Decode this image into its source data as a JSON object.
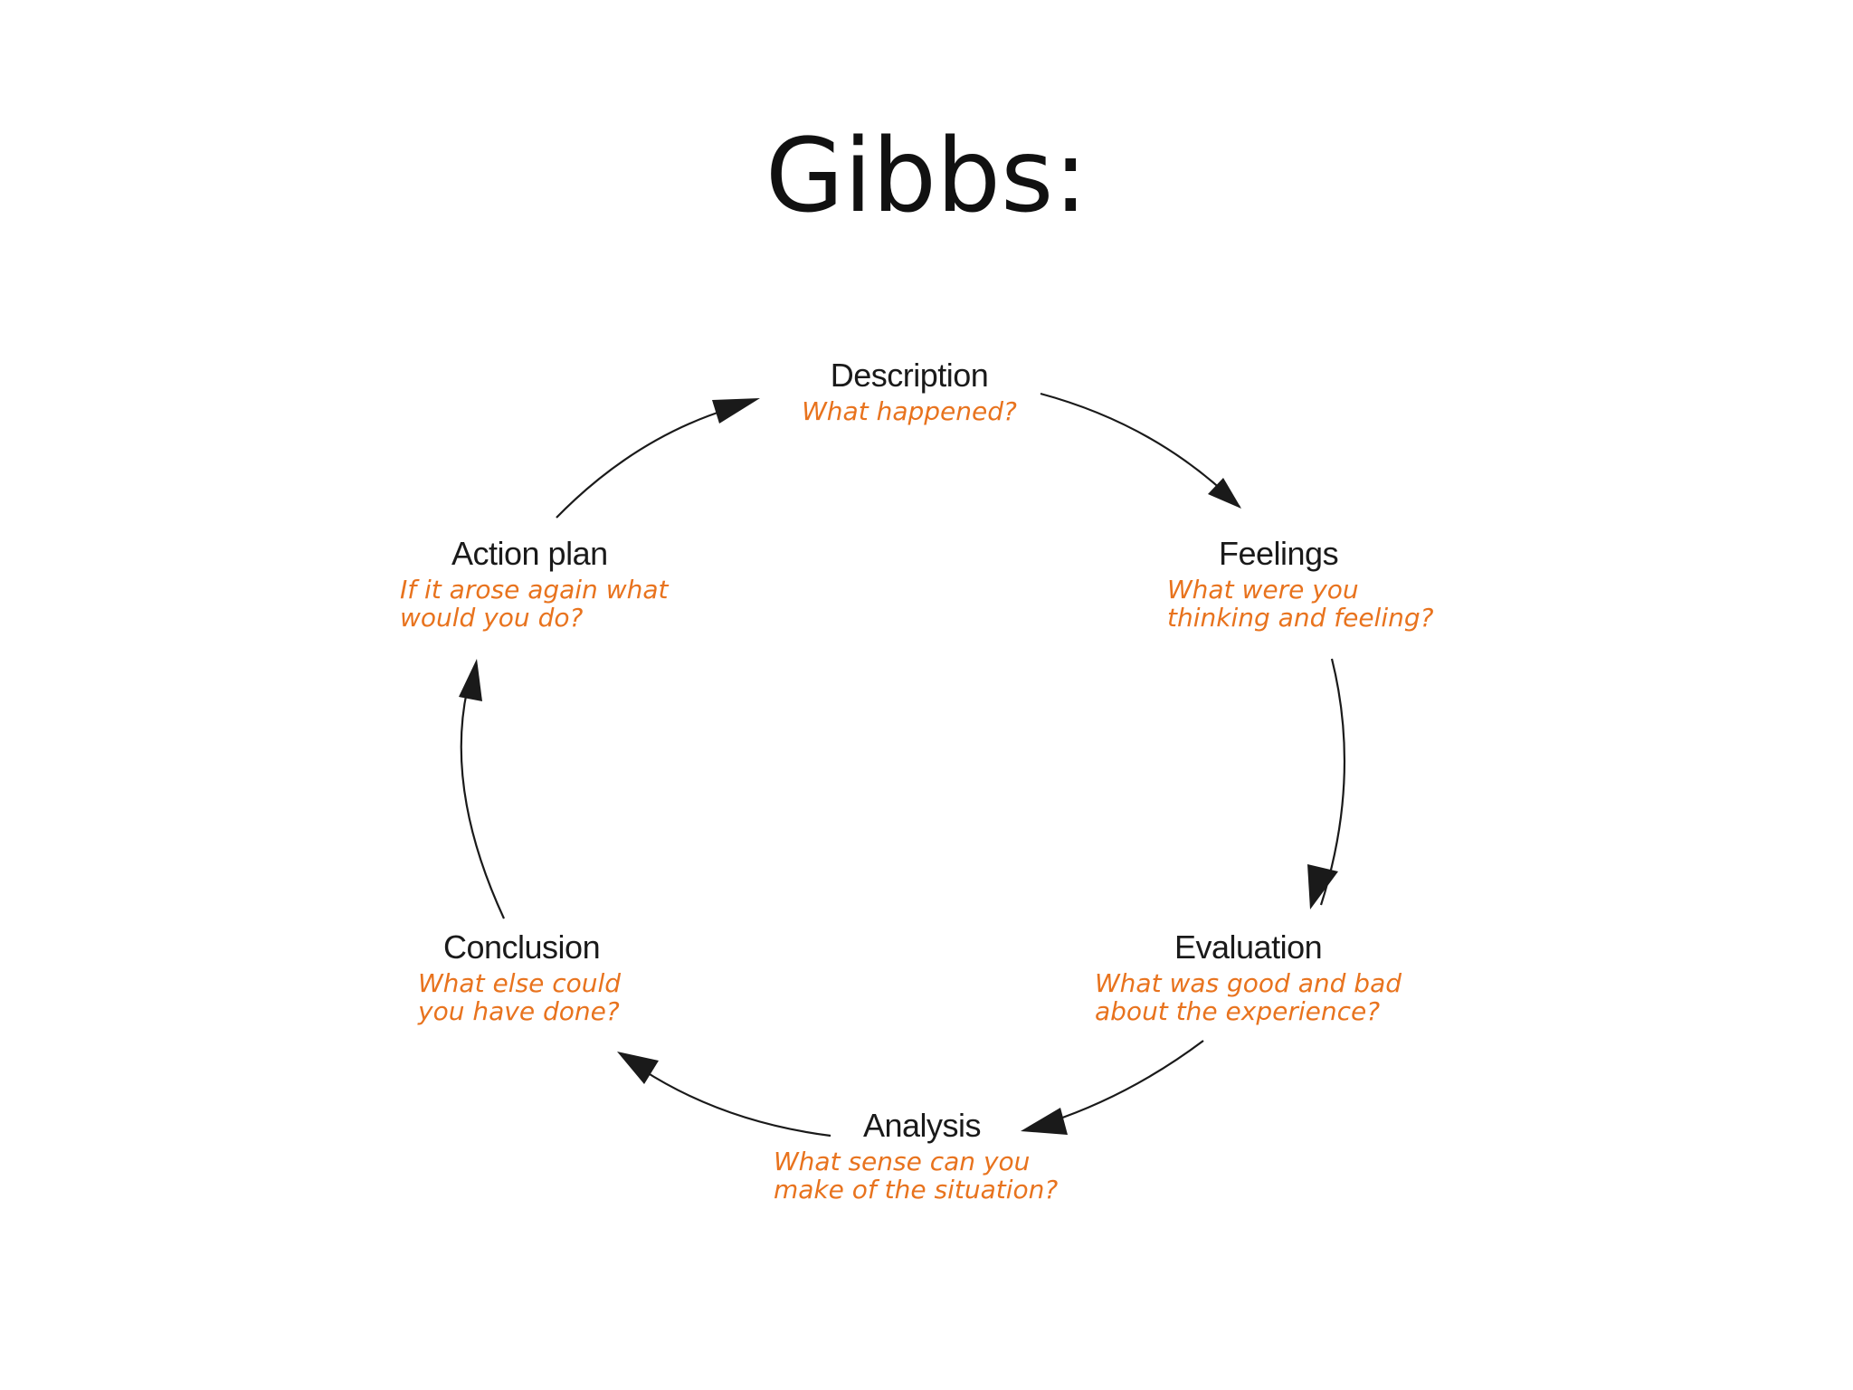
{
  "slide": {
    "title": "Gibbs:"
  },
  "colors": {
    "stage_title": "#1a1a1a",
    "question": "#e8731e",
    "arrow": "#1a1a1a"
  },
  "stages": [
    {
      "name": "Description",
      "question": [
        "What happened?"
      ]
    },
    {
      "name": "Feelings",
      "question": [
        "What were you",
        "thinking and feeling?"
      ]
    },
    {
      "name": "Evaluation",
      "question": [
        "What was good and bad",
        "about the experience?"
      ]
    },
    {
      "name": "Analysis",
      "question": [
        "What sense can you",
        "make of the situation?"
      ]
    },
    {
      "name": "Conclusion",
      "question": [
        "What else could",
        "you have done?"
      ]
    },
    {
      "name": "Action plan",
      "question": [
        "If it arose again what",
        "would you do?"
      ]
    }
  ]
}
